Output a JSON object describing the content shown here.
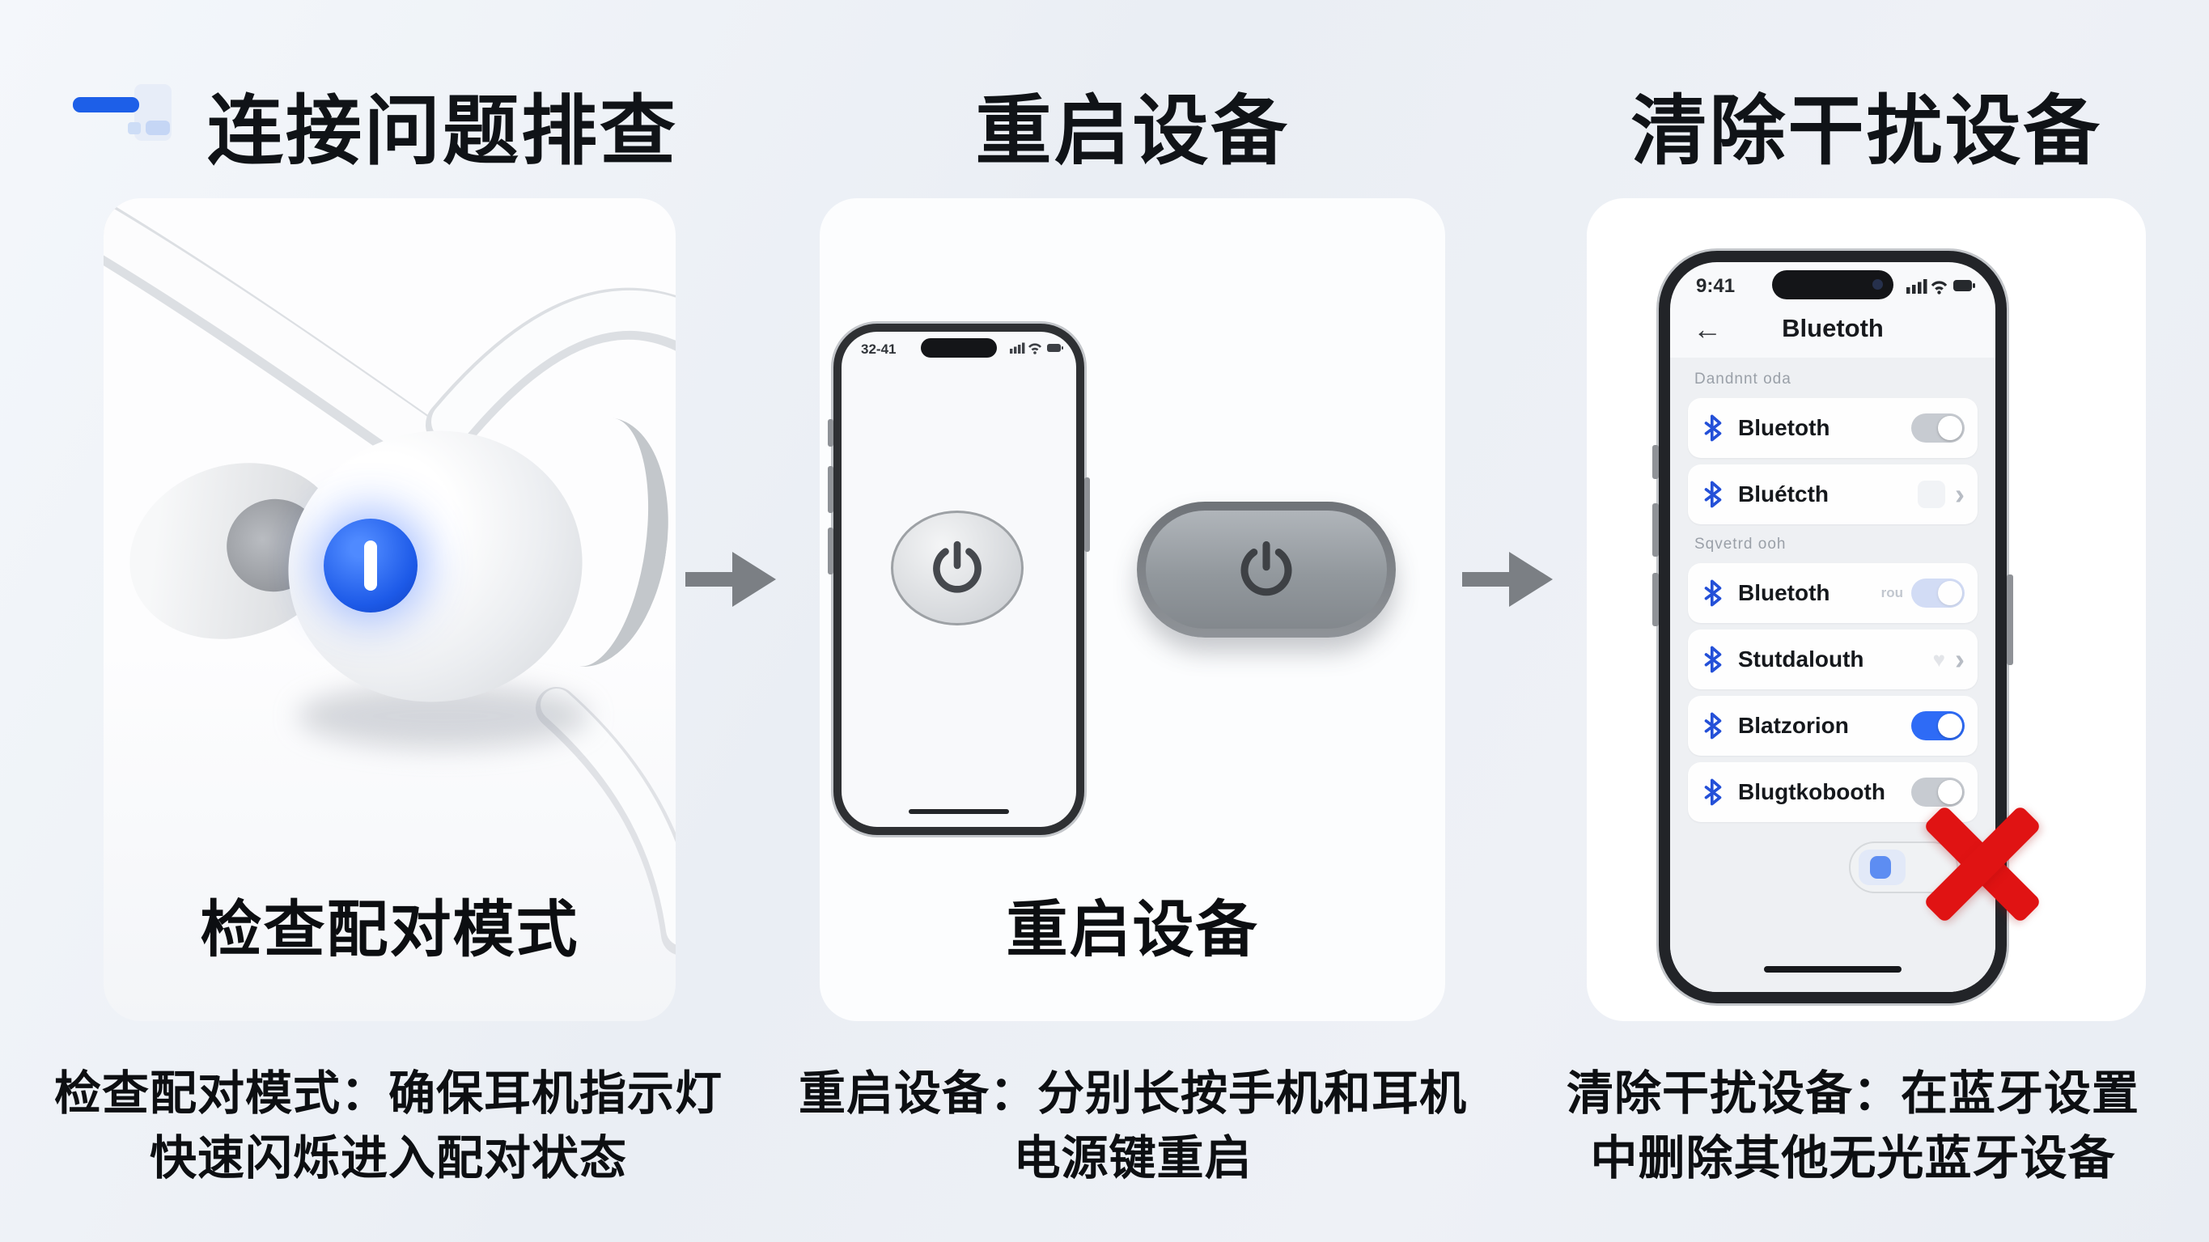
{
  "header": {
    "main_title": "连接问题排查",
    "col2_title": "重启设备",
    "col3_title": "清除干扰设备"
  },
  "card1": {
    "caption": "检查配对模式"
  },
  "card2": {
    "caption": "重启设备",
    "phone_time": "32-41"
  },
  "card3": {
    "phone": {
      "time": "9:41",
      "back": "←",
      "title": "Bluetoth",
      "section1": "Dandnnt oda",
      "section2": "Sqvetrd ooh",
      "rows": [
        {
          "label": "Bluetoth"
        },
        {
          "label": "Bluétcth"
        },
        {
          "label": "Bluetoth",
          "extra": "rou"
        },
        {
          "label": "Stutdalouth"
        },
        {
          "label": "Blatzorion"
        },
        {
          "label": "Blugtkobooth"
        }
      ],
      "heart": "♥",
      "chevron": "›"
    }
  },
  "footers": [
    {
      "line1": "检查配对模式：确保耳机指示灯",
      "line2": "快速闪烁进入配对状态"
    },
    {
      "line1": "重启设备：分别长按手机和耳机",
      "line2": "电源键重启"
    },
    {
      "line1": "清除干扰设备：在蓝牙设置",
      "line2": "中删除其他无光蓝牙设备"
    }
  ],
  "colors": {
    "accent_blue": "#1d5fe8",
    "toggle_on_blue": "#2e6bf6",
    "error_red": "#e01313"
  }
}
